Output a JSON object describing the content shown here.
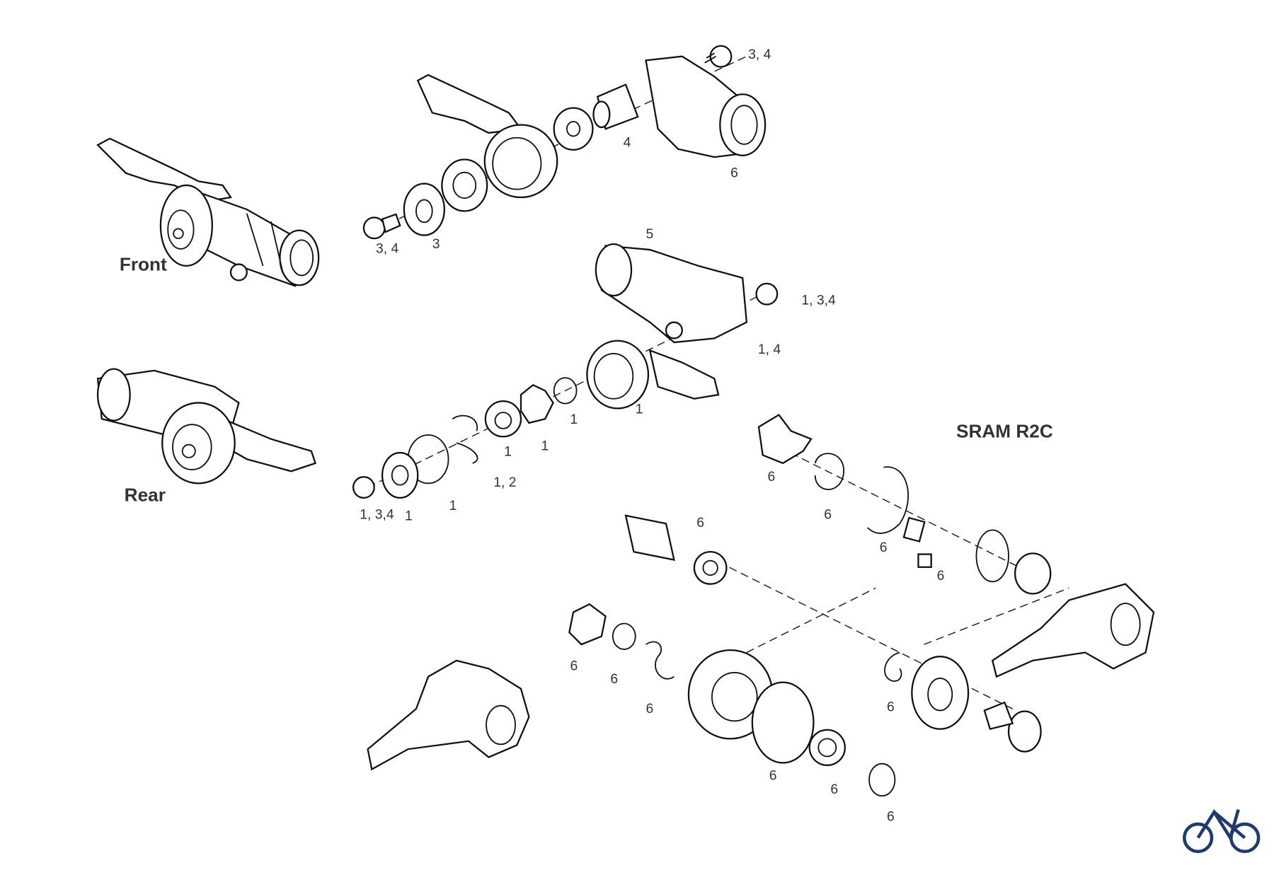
{
  "title": "SRAM R2C",
  "assemblies": {
    "front": "Front",
    "rear": "Rear"
  },
  "part_labels": {
    "front_screw_top": "3, 4",
    "front_bushing": "4",
    "front_housing": "6",
    "front_screw_left": "3, 4",
    "front_cap": "3",
    "rear_grip": "5",
    "rear_screw_right": "1, 3,4",
    "rear_housing": "1, 4",
    "rear_lever": "1",
    "rear_ring": "1",
    "rear_star": "1",
    "rear_gear": "1",
    "rear_clip": "1, 2",
    "rear_oring": "1",
    "rear_cap": "1",
    "rear_screw_left": "1, 3,4",
    "r2c_plate": "6",
    "r2c_spring": "6",
    "r2c_wire": "6",
    "r2c_pin": "6",
    "r2c_sleeve": "6",
    "r2c_star": "6",
    "r2c_clip": "6",
    "r2c_spring2": "6",
    "r2c_cclip": "6",
    "r2c_washer": "6",
    "r2c_nut": "6",
    "r2c_ring": "6"
  },
  "logo": "bike-logo",
  "colors": {
    "line": "#111111",
    "logo": "#1f3a6e"
  }
}
